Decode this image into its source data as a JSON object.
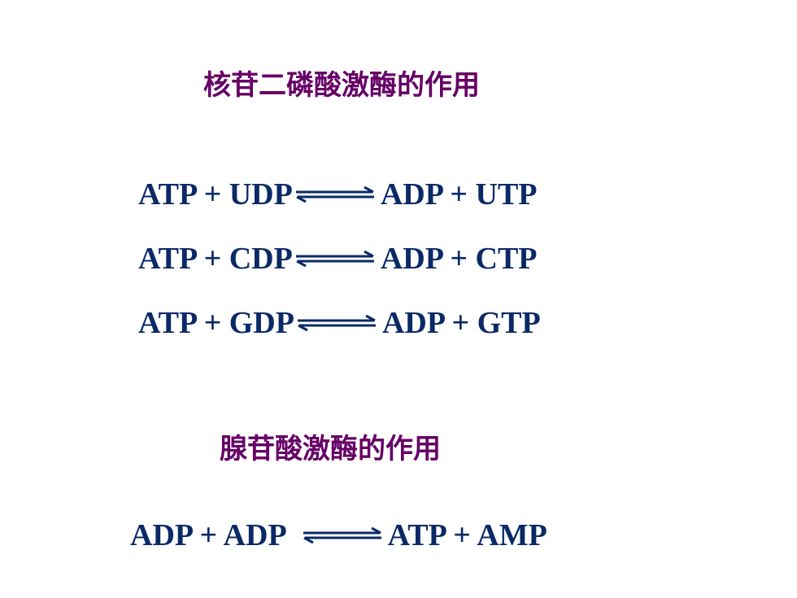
{
  "section_1": {
    "title": "核苷二磷酸激酶的作用",
    "equations": [
      {
        "left": "ATP + UDP",
        "right": "ADP + UTP"
      },
      {
        "left": "ATP + CDP",
        "right": "ADP + CTP"
      },
      {
        "left": "ATP + GDP",
        "right": "ADP + GTP"
      }
    ]
  },
  "section_2": {
    "title": "腺苷酸激酶的作用",
    "equations": [
      {
        "left": "ADP + ADP",
        "right": "ATP + AMP"
      }
    ]
  },
  "icons": {
    "equilibrium_arrow": "reversible-reaction-arrow-icon"
  },
  "colors": {
    "title": "#660066",
    "equation": "#0a2a66"
  }
}
